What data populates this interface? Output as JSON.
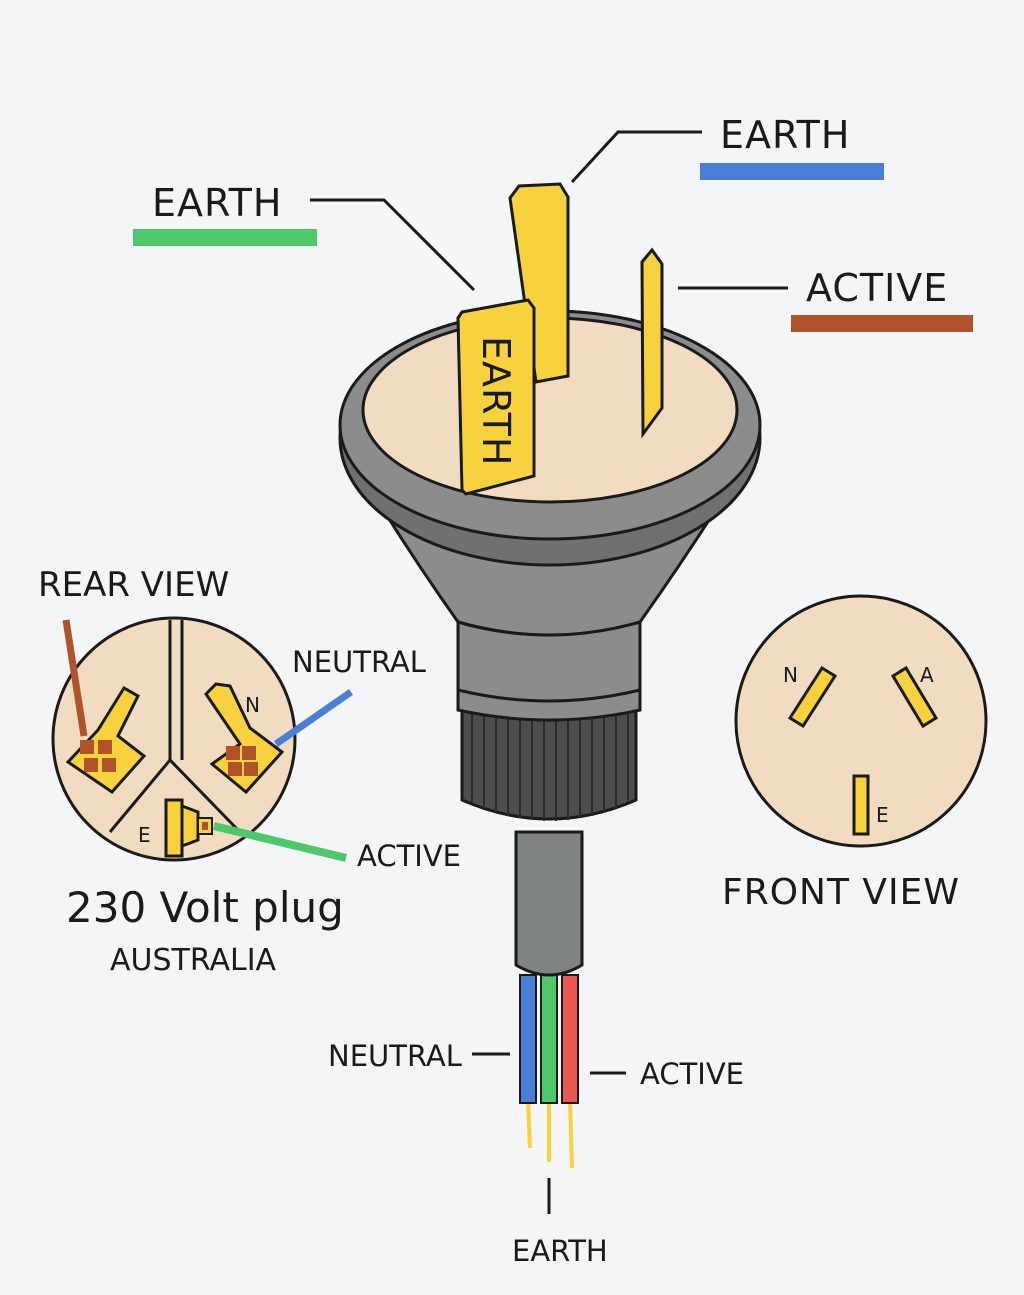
{
  "labels": {
    "earth_top_right": "EARTH",
    "earth_top_left": "EARTH",
    "active_top": "ACTIVE",
    "earth_pin_text": "EARTH",
    "rear_view": "REAR VIEW",
    "neutral_rear": "NEUTRAL",
    "rear_n": "N",
    "rear_e": "E",
    "active_rear": "ACTIVE",
    "plug_title": "230 Volt plug",
    "plug_country": "AUSTRALIA",
    "front_n": "N",
    "front_a": "A",
    "front_e": "E",
    "front_view": "FRONT VIEW",
    "neutral_cable": "NEUTRAL",
    "active_cable": "ACTIVE",
    "earth_cable": "EARTH"
  },
  "colors": {
    "earth_green": "#4cc76a",
    "earth_blue": "#4a7fd8",
    "active_brown": "#b0532a",
    "wire_red": "#e85a4f",
    "pin_yellow": "#f7d23e",
    "plug_face": "#f2dcc1",
    "plug_body": "#8a8d8b"
  }
}
